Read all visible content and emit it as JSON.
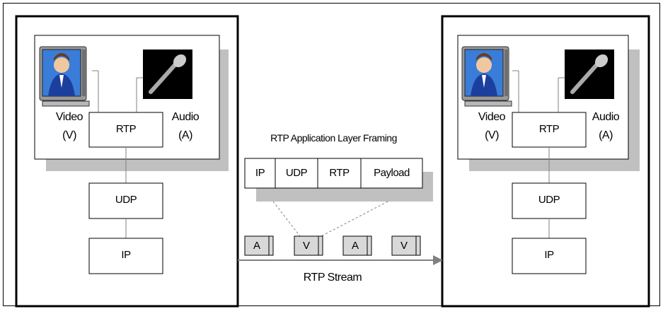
{
  "left_endpoint": {
    "video_label": "Video",
    "video_abbr": "(V)",
    "audio_label": "Audio",
    "audio_abbr": "(A)",
    "rtp_label": "RTP",
    "udp_label": "UDP",
    "ip_label": "IP"
  },
  "right_endpoint": {
    "video_label": "Video",
    "video_abbr": "(V)",
    "audio_label": "Audio",
    "audio_abbr": "(A)",
    "rtp_label": "RTP",
    "udp_label": "UDP",
    "ip_label": "IP"
  },
  "framing": {
    "title": "RTP Application Layer Framing",
    "cells": [
      "IP",
      "UDP",
      "RTP",
      "Payload"
    ]
  },
  "stream": {
    "packets": [
      "A",
      "V",
      "A",
      "V"
    ],
    "label": "RTP Stream"
  },
  "colors": {
    "shadow": "#c0c0c0",
    "line": "#808080",
    "packet_fill": "#d8d8d8",
    "monitor_screen": "#3a7dd8",
    "mic_background": "#000000"
  }
}
